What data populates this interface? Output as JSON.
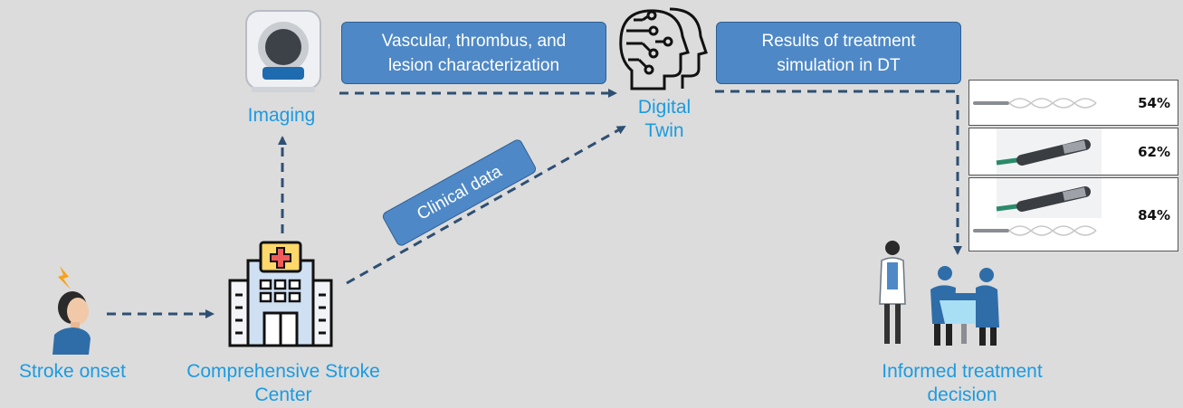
{
  "nodes": {
    "stroke_onset": "Stroke onset",
    "csc_line1": "Comprehensive Stroke",
    "csc_line2": "Center",
    "imaging": "Imaging",
    "dt_line1": "Digital",
    "dt_line2": "Twin",
    "decision_line1": "Informed treatment",
    "decision_line2": "decision"
  },
  "boxes": {
    "characterization_line1": "Vascular, thrombus, and",
    "characterization_line2": "lesion characterization",
    "results_line1": "Results of treatment",
    "results_line2": "simulation in DT",
    "clinical": "Clinical data"
  },
  "simulation_results": [
    {
      "device": "stent retriever",
      "value": "54%"
    },
    {
      "device": "aspiration catheter",
      "value": "62%"
    },
    {
      "device": "aspiration catheter + stent retriever",
      "value": "84%"
    }
  ],
  "colors": {
    "label": "#1b9be0",
    "box_fill": "#4f88c6",
    "arrow": "#2e4f73",
    "background": "#dcdcdc"
  }
}
